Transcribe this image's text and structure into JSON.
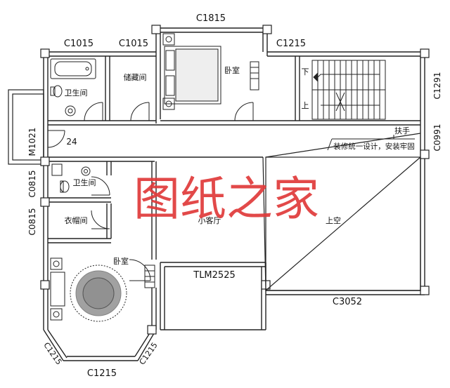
{
  "window_labels": {
    "c1815": "C1815",
    "c1015_left": "C1015",
    "c1015_right": "C1015",
    "c1215_top": "C1215",
    "c1291": "C1291",
    "c0991": "C0991",
    "m1021": "M1021",
    "c0815_upper": "C0815",
    "c0815_lower": "C0815",
    "tlm2525": "TLM2525",
    "c3052": "C3052",
    "c1215_bottom": "C1215",
    "c1215_diag_left": "C1215",
    "c1215_diag_right": "C1215"
  },
  "room_labels": {
    "bath_top": "卫生间",
    "storage": "储藏间",
    "bedroom_top": "卧室",
    "bath_mid": "卫生间",
    "closet": "衣帽间",
    "living_small": "小客厅",
    "bedroom_bottom": "卧室",
    "open_to_below": "上空"
  },
  "stair_labels": {
    "down": "下",
    "up": "上"
  },
  "annotations": {
    "handrail": "扶手",
    "decoration_note": "装修统一设计，安装牢固",
    "door_number": "24"
  },
  "watermark": "图纸之家"
}
